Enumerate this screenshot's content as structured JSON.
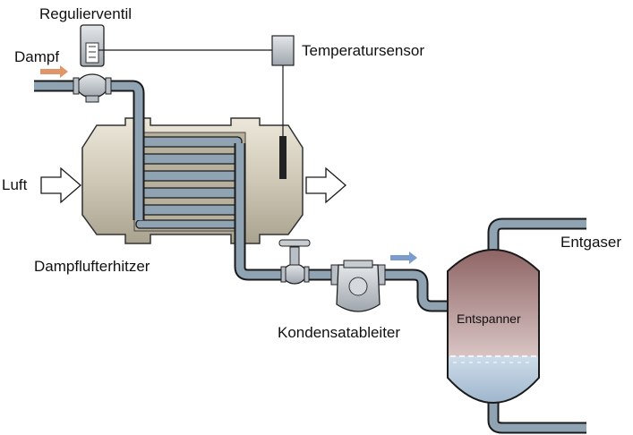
{
  "labels": {
    "valve": "Regulierventil",
    "steam": "Dampf",
    "sensor": "Temperatursensor",
    "air": "Luft",
    "heater": "Dampflufterhitzer",
    "trap": "Kondensatableiter",
    "deaerator": "Entgaser",
    "flash_vessel": "Entspanner"
  },
  "colors": {
    "pipe_fill": "#8fa3b3",
    "pipe_stroke": "#1a1a1a",
    "heater_body": "#c9c2b0",
    "vessel_steam": "#a27a7a",
    "vessel_water": "#b9cde0",
    "steam_arrow": "#e0956a",
    "condensate_arrow": "#7c9ccb"
  }
}
